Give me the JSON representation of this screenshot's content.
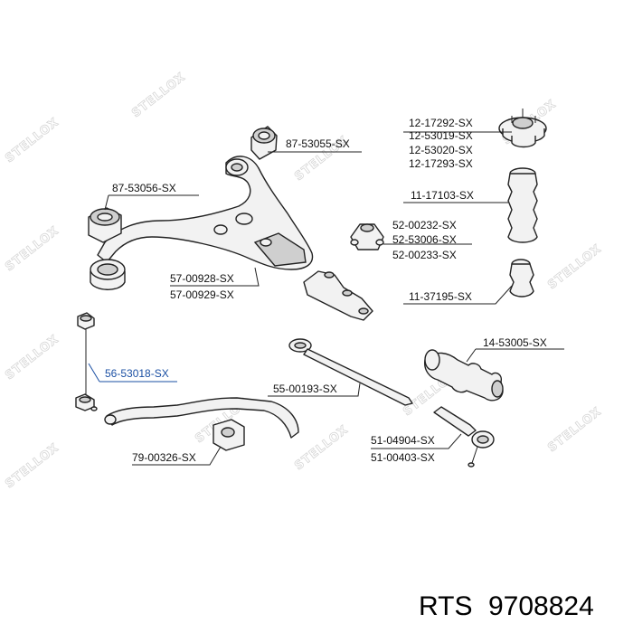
{
  "watermark": "STELLOX",
  "labels": {
    "l_87_53055": "87-53055-SX",
    "l_87_53056": "87-53056-SX",
    "l_57_00928": "57-00928-SX",
    "l_57_00929": "57-00929-SX",
    "l_12_17292": "12-17292-SX",
    "l_12_53019": "12-53019-SX",
    "l_12_53020": "12-53020-SX",
    "l_12_17293": "12-17293-SX",
    "l_11_17103": "11-17103-SX",
    "l_52_00232": "52-00232-SX",
    "l_52_53006": "52-53006-SX",
    "l_52_00233": "52-00233-SX",
    "l_11_37195": "11-37195-SX",
    "l_14_53005": "14-53005-SX",
    "l_56_53018": "56-53018-SX",
    "l_55_00193": "55-00193-SX",
    "l_51_04904": "51-04904-SX",
    "l_51_00403": "51-00403-SX",
    "l_79_00326": "79-00326-SX"
  },
  "footer": {
    "brand": "RTS",
    "part_number": "9708824"
  },
  "colors": {
    "highlight": "#1a4fa3"
  }
}
